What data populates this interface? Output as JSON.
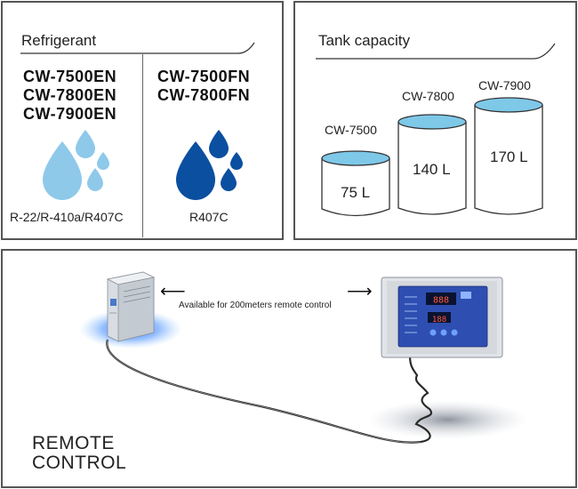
{
  "refrigerant": {
    "heading": "Refrigerant",
    "group_left": {
      "models": [
        "CW-7500EN",
        "CW-7800EN",
        "CW-7900EN"
      ],
      "gas": "R-22/R-410a/R407C",
      "drop_color": "#8ec9ea",
      "drop_icon": "water-drops-light-icon"
    },
    "group_right": {
      "models": [
        "CW-7500FN",
        "CW-7800FN"
      ],
      "gas": "R407C",
      "drop_color": "#0a4fa0",
      "drop_icon": "water-drops-dark-icon"
    }
  },
  "tank": {
    "heading": "Tank capacity",
    "tanks": [
      {
        "model": "CW-7500",
        "volume": "75 L"
      },
      {
        "model": "CW-7800",
        "volume": "140 L"
      },
      {
        "model": "CW-7900",
        "volume": "170 L"
      }
    ],
    "water_color": "#7ec8e8"
  },
  "remote": {
    "title_line1": "REMOTE",
    "title_line2": "CONTROL",
    "note": "Available for 200meters remote control",
    "chiller_icon": "chiller-unit-icon",
    "controller_icon": "remote-controller-icon",
    "display_values": [
      "888",
      "188"
    ],
    "glow_color": "#2e7fff"
  }
}
